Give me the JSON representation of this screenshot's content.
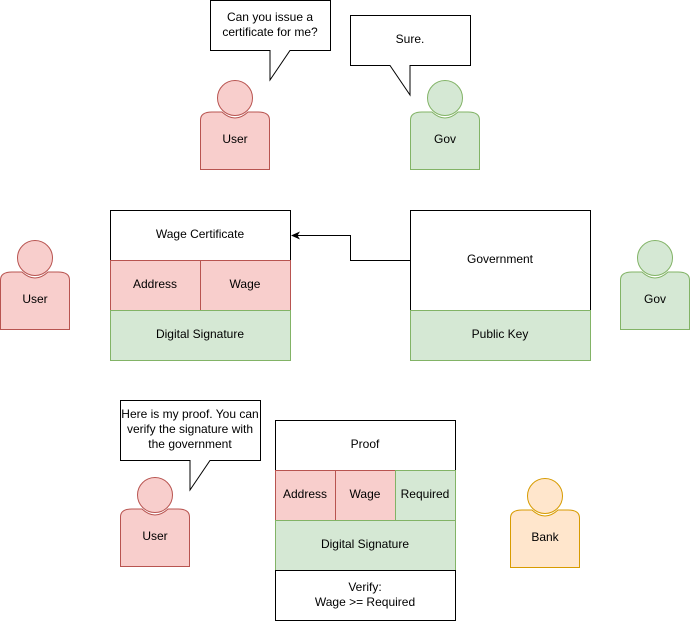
{
  "colors": {
    "red_fill": "#f8cecc",
    "red_stroke": "#b85450",
    "green_fill": "#d5e8d4",
    "green_stroke": "#82b366",
    "orange_fill": "#ffe6cc",
    "orange_stroke": "#d79b00",
    "white": "#ffffff",
    "black": "#000000"
  },
  "actors": {
    "user_top": "User",
    "gov_top": "Gov",
    "user_mid": "User",
    "gov_mid": "Gov",
    "user_bottom": "User",
    "bank": "Bank"
  },
  "bubbles": {
    "user_request": [
      "Can you issue a",
      "certificate for me?"
    ],
    "gov_reply": "Sure.",
    "user_proof": [
      "Here is my proof. You can",
      "verify the signature with",
      "the government"
    ]
  },
  "certificate": {
    "title": "Wage Certificate",
    "address": "Address",
    "wage": "Wage",
    "signature": "Digital Signature"
  },
  "government": {
    "title": "Government",
    "public_key": "Public Key"
  },
  "proof": {
    "title": "Proof",
    "address": "Address",
    "wage": "Wage",
    "required": "Required",
    "signature": "Digital Signature",
    "verify": [
      "Verify:",
      "Wage >= Required"
    ]
  }
}
